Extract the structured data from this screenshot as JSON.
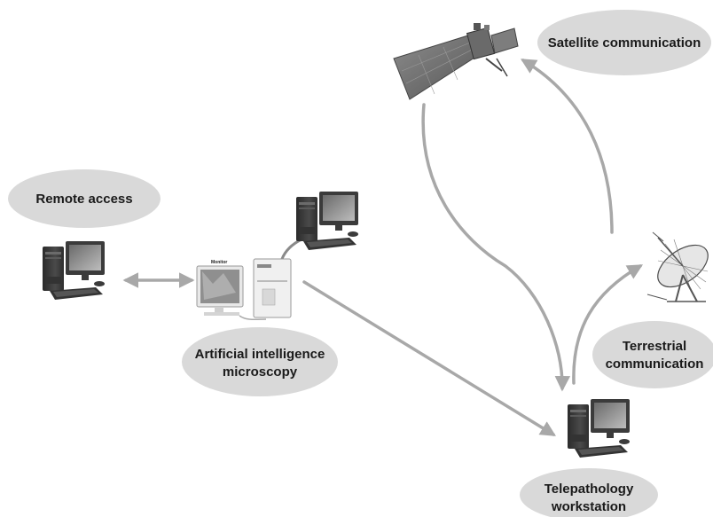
{
  "nodes": {
    "satellite_communication": {
      "label": "Satellite communication",
      "icon": "satellite-icon"
    },
    "remote_access": {
      "label": "Remote access",
      "icon": "computer-icon"
    },
    "artificial_intelligence_microscopy": {
      "label_line1": "Artificial intelligence",
      "label_line2": "microscopy",
      "monitor_caption": "Monitor",
      "icon": "microscopy-workstation-icon"
    },
    "terrestrial_communication": {
      "label_line1": "Terrestrial",
      "label_line2": "communication",
      "icon": "radio-antenna-icon"
    },
    "telepathology_workstation": {
      "label_line1": "Telepathology",
      "label_line2": "workstation",
      "icon": "computer-icon"
    }
  },
  "colors": {
    "bubble": "#d9d9d9",
    "arrow": "#a8a8a8",
    "computer_dark": "#3a3a3a",
    "text": "#1a1a1a"
  }
}
